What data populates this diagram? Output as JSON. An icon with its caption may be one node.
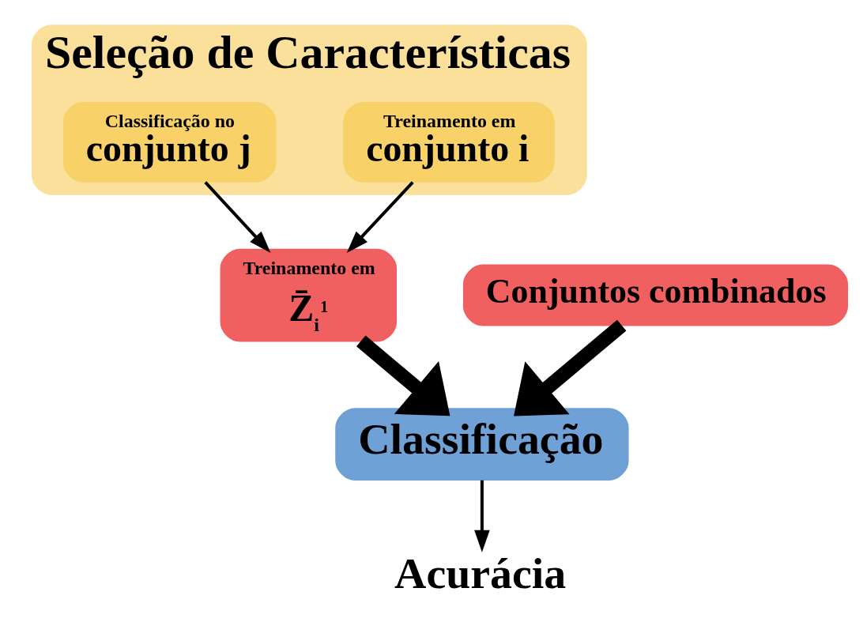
{
  "diagram": {
    "nodes": [
      {
        "text": [
          "Seleção de Características"
        ]
      },
      {
        "text": [
          "Treinamento em",
          "conjunto i"
        ],
        "in": 0
      },
      {
        "text": [
          "Classificação no",
          "conjunto j"
        ],
        "in": 0
      },
      {
        "text": [
          "Treinamento em",
          "Z̄$_{i}$$^{1}$"
        ]
      },
      {
        "text": [
          "Conjuntos combinados"
        ]
      },
      {
        "text": [
          "Classificação"
        ]
      },
      {
        "text": [
          "Acurácia"
        ]
      }
    ],
    "edges": [
      {
        "from": 1,
        "to": 3,
        "arrow": "to"
      },
      {
        "from": 2,
        "to": 3,
        "arrow": "to"
      },
      {
        "from": 3,
        "to": 5,
        "arrow": "to",
        "style": "thick"
      },
      {
        "from": 4,
        "to": 5,
        "arrow": "to",
        "style": "thick"
      },
      {
        "from": 5,
        "to": 6,
        "arrow": "to"
      }
    ]
  }
}
